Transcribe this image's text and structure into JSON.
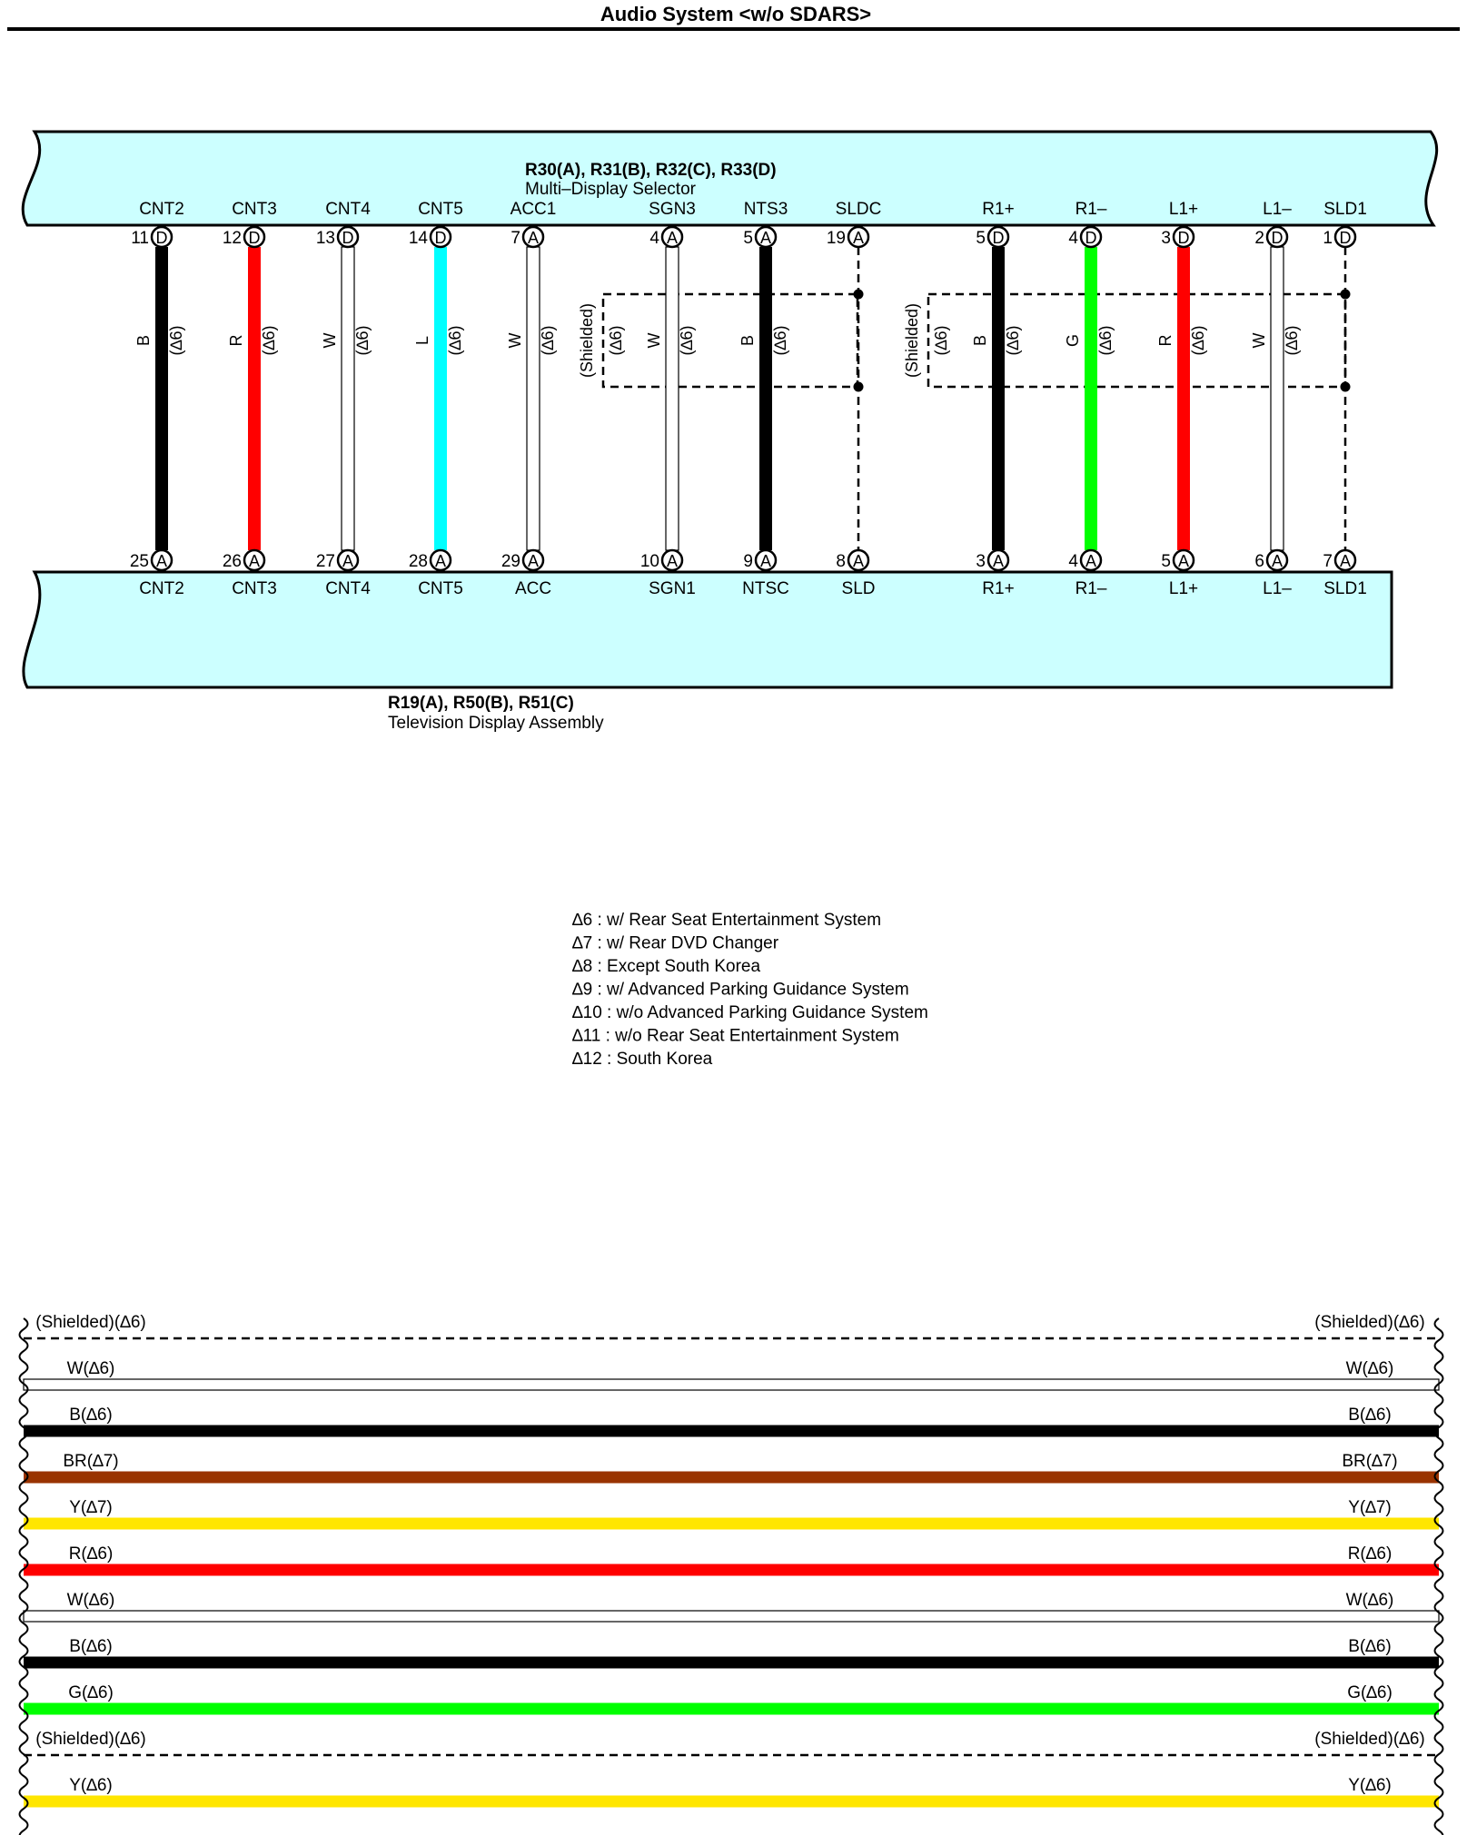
{
  "page": {
    "title": "Audio System <w/o SDARS>"
  },
  "top_connector": {
    "ids": "R30(A), R31(B), R32(C), R33(D)",
    "name": "Multi–Display Selector",
    "fill": "#ccffff"
  },
  "bottom_connector": {
    "ids": "R19(A), R50(B), R51(C)",
    "name": "Television Display Assembly",
    "fill": "#ccffff"
  },
  "shield": {
    "label": "(Shielded)",
    "note": "(∆6)"
  },
  "wires": [
    {
      "top_name": "CNT2",
      "top_pin": "11",
      "top_conn": "D",
      "bot_name": "CNT2",
      "bot_pin": "25",
      "bot_conn": "A",
      "color_code": "B",
      "note": "(∆6)",
      "hex": "#000000",
      "shield": false
    },
    {
      "top_name": "CNT3",
      "top_pin": "12",
      "top_conn": "D",
      "bot_name": "CNT3",
      "bot_pin": "26",
      "bot_conn": "A",
      "color_code": "R",
      "note": "(∆6)",
      "hex": "#ff0000",
      "shield": false
    },
    {
      "top_name": "CNT4",
      "top_pin": "13",
      "top_conn": "D",
      "bot_name": "CNT4",
      "bot_pin": "27",
      "bot_conn": "A",
      "color_code": "W",
      "note": "(∆6)",
      "hex": "#ffffff",
      "shield": false
    },
    {
      "top_name": "CNT5",
      "top_pin": "14",
      "top_conn": "D",
      "bot_name": "CNT5",
      "bot_pin": "28",
      "bot_conn": "A",
      "color_code": "L",
      "note": "(∆6)",
      "hex": "#00ffff",
      "shield": false
    },
    {
      "top_name": "ACC1",
      "top_pin": "7",
      "top_conn": "A",
      "bot_name": "ACC",
      "bot_pin": "29",
      "bot_conn": "A",
      "color_code": "W",
      "note": "(∆6)",
      "hex": "#ffffff",
      "shield": false
    },
    {
      "top_name": "SGN3",
      "top_pin": "4",
      "top_conn": "A",
      "bot_name": "SGN1",
      "bot_pin": "10",
      "bot_conn": "A",
      "color_code": "W",
      "note": "(∆6)",
      "hex": "#ffffff",
      "shield": false
    },
    {
      "top_name": "NTS3",
      "top_pin": "5",
      "top_conn": "A",
      "bot_name": "NTSC",
      "bot_pin": "9",
      "bot_conn": "A",
      "color_code": "B",
      "note": "(∆6)",
      "hex": "#000000",
      "shield": false
    },
    {
      "top_name": "SLDC",
      "top_pin": "19",
      "top_conn": "A",
      "bot_name": "SLD",
      "bot_pin": "8",
      "bot_conn": "A",
      "color_code": "",
      "note": "",
      "hex": "#000000",
      "shield": true
    },
    {
      "top_name": "R1+",
      "top_pin": "5",
      "top_conn": "D",
      "bot_name": "R1+",
      "bot_pin": "3",
      "bot_conn": "A",
      "color_code": "B",
      "note": "(∆6)",
      "hex": "#000000",
      "shield": false
    },
    {
      "top_name": "R1–",
      "top_pin": "4",
      "top_conn": "D",
      "bot_name": "R1–",
      "bot_pin": "4",
      "bot_conn": "A",
      "color_code": "G",
      "note": "(∆6)",
      "hex": "#00ff00",
      "shield": false
    },
    {
      "top_name": "L1+",
      "top_pin": "3",
      "top_conn": "D",
      "bot_name": "L1+",
      "bot_pin": "5",
      "bot_conn": "A",
      "color_code": "R",
      "note": "(∆6)",
      "hex": "#ff0000",
      "shield": false
    },
    {
      "top_name": "L1–",
      "top_pin": "2",
      "top_conn": "D",
      "bot_name": "L1–",
      "bot_pin": "6",
      "bot_conn": "A",
      "color_code": "W",
      "note": "(∆6)",
      "hex": "#ffffff",
      "shield": false
    },
    {
      "top_name": "SLD1",
      "top_pin": "1",
      "top_conn": "D",
      "bot_name": "SLD1",
      "bot_pin": "7",
      "bot_conn": "A",
      "color_code": "",
      "note": "",
      "hex": "#000000",
      "shield": true
    }
  ],
  "notes": [
    "∆6 : w/ Rear Seat Entertainment System",
    "∆7 : w/ Rear DVD Changer",
    "∆8 : Except South Korea",
    "∆9 : w/ Advanced Parking Guidance System",
    "∆10 : w/o Advanced Parking Guidance System",
    "∆11 : w/o Rear Seat Entertainment System",
    "∆12 : South Korea"
  ],
  "harness": [
    {
      "label": "(Shielded)(∆6)",
      "hex": "#000000",
      "style": "dashed"
    },
    {
      "label": "W(∆6)",
      "hex": "#ffffff",
      "style": "white"
    },
    {
      "label": "B(∆6)",
      "hex": "#000000",
      "style": "solid"
    },
    {
      "label": "BR(∆7)",
      "hex": "#993300",
      "style": "solid"
    },
    {
      "label": "Y(∆7)",
      "hex": "#ffe600",
      "style": "solid"
    },
    {
      "label": "R(∆6)",
      "hex": "#ff0000",
      "style": "solid"
    },
    {
      "label": "W(∆6)",
      "hex": "#ffffff",
      "style": "white"
    },
    {
      "label": "B(∆6)",
      "hex": "#000000",
      "style": "solid"
    },
    {
      "label": "G(∆6)",
      "hex": "#00ff00",
      "style": "solid"
    },
    {
      "label": "(Shielded)(∆6)",
      "hex": "#000000",
      "style": "dashed"
    },
    {
      "label": "Y(∆6)",
      "hex": "#ffe600",
      "style": "solid"
    }
  ]
}
